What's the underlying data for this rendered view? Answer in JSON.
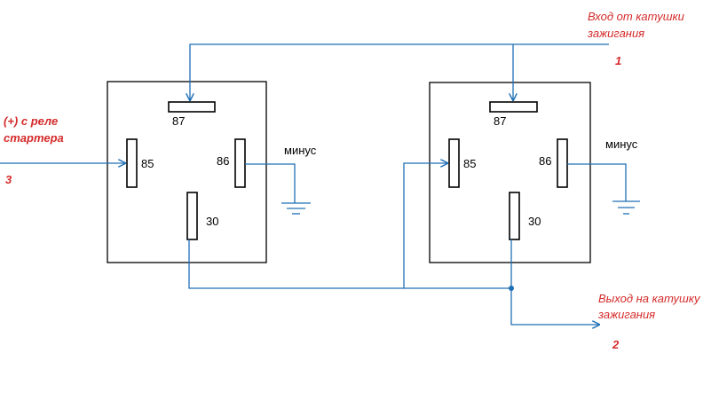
{
  "colors": {
    "wire": "#1f6fb5",
    "annotation": "#d52a2a",
    "outline": "#000000",
    "background": "#ffffff"
  },
  "relays": [
    {
      "pins": {
        "p87": "87",
        "p85": "85",
        "p86": "86",
        "p30": "30"
      },
      "ground_label": "минус"
    },
    {
      "pins": {
        "p87": "87",
        "p85": "85",
        "p86": "86",
        "p30": "30"
      },
      "ground_label": "минус"
    }
  ],
  "annotations": {
    "input_ignition": {
      "line1": "Вход от катушки",
      "line2": "зажигания",
      "number": "1"
    },
    "output_ignition": {
      "line1": "Выход на катушку",
      "line2": "зажигания",
      "number": "2"
    },
    "starter_relay": {
      "line1": "(+) с реле",
      "line2": "стартера",
      "number": "3"
    }
  }
}
